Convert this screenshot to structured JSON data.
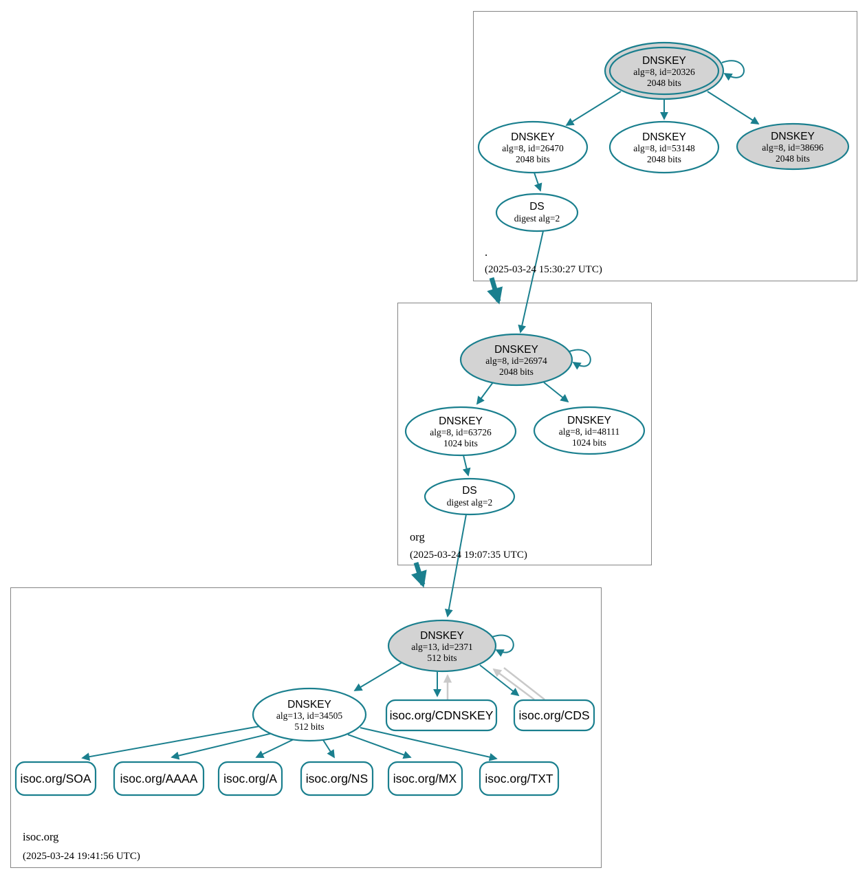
{
  "colors": {
    "edge": "#1a7f8e",
    "ksk_fill": "#d3d3d3",
    "gray_edge": "#c9c9c9",
    "box_border": "#848484"
  },
  "zones": [
    {
      "name": ".",
      "timestamp": "(2025-03-24 15:30:27 UTC)"
    },
    {
      "name": "org",
      "timestamp": "(2025-03-24 19:07:35 UTC)"
    },
    {
      "name": "isoc.org",
      "timestamp": "(2025-03-24 19:41:56 UTC)"
    }
  ],
  "nodes": {
    "root_ksk": {
      "type": "DNSKEY",
      "detail": "alg=8, id=20326",
      "bits": "2048 bits"
    },
    "root_key26470": {
      "type": "DNSKEY",
      "detail": "alg=8, id=26470",
      "bits": "2048 bits"
    },
    "root_key53148": {
      "type": "DNSKEY",
      "detail": "alg=8, id=53148",
      "bits": "2048 bits"
    },
    "root_key38696": {
      "type": "DNSKEY",
      "detail": "alg=8, id=38696",
      "bits": "2048 bits"
    },
    "root_ds": {
      "type": "DS",
      "detail": "digest alg=2"
    },
    "org_ksk": {
      "type": "DNSKEY",
      "detail": "alg=8, id=26974",
      "bits": "2048 bits"
    },
    "org_key63726": {
      "type": "DNSKEY",
      "detail": "alg=8, id=63726",
      "bits": "1024 bits"
    },
    "org_key48111": {
      "type": "DNSKEY",
      "detail": "alg=8, id=48111",
      "bits": "1024 bits"
    },
    "org_ds": {
      "type": "DS",
      "detail": "digest alg=2"
    },
    "isoc_ksk": {
      "type": "DNSKEY",
      "detail": "alg=13, id=2371",
      "bits": "512 bits"
    },
    "isoc_zsk": {
      "type": "DNSKEY",
      "detail": "alg=13, id=34505",
      "bits": "512 bits"
    },
    "cdnskey": {
      "label": "isoc.org/CDNSKEY"
    },
    "cds": {
      "label": "isoc.org/CDS"
    },
    "soa": {
      "label": "isoc.org/SOA"
    },
    "aaaa": {
      "label": "isoc.org/AAAA"
    },
    "a": {
      "label": "isoc.org/A"
    },
    "ns": {
      "label": "isoc.org/NS"
    },
    "mx": {
      "label": "isoc.org/MX"
    },
    "txt": {
      "label": "isoc.org/TXT"
    }
  }
}
